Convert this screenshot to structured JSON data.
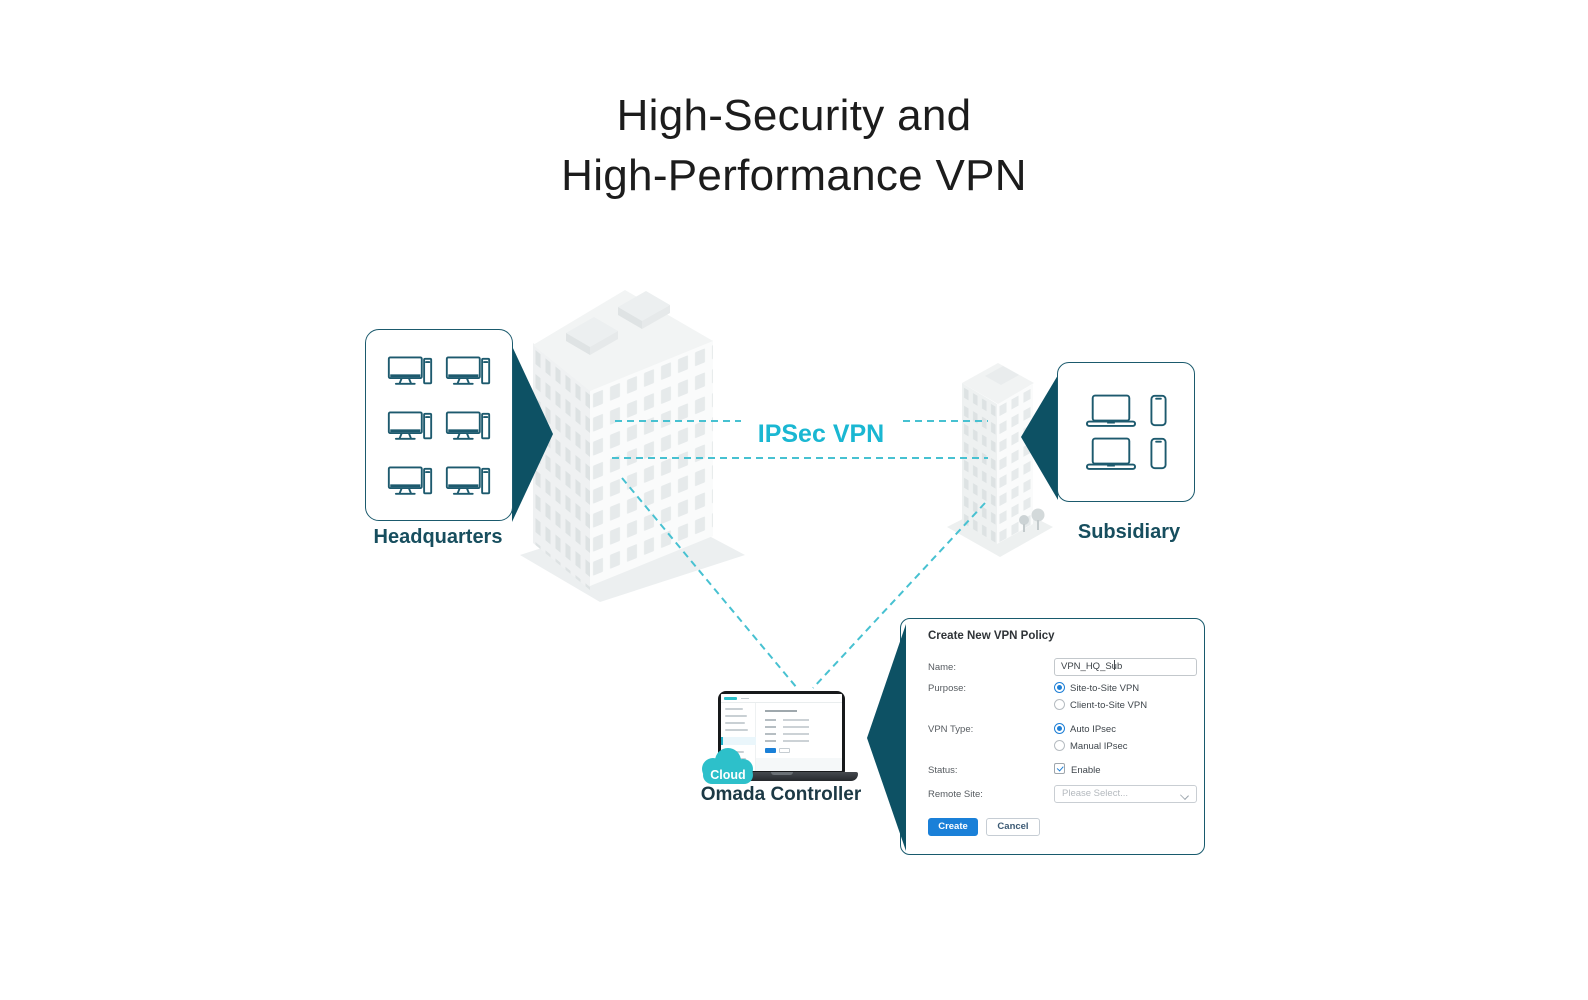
{
  "title": {
    "line1": "High-Security and",
    "line2": "High-Performance VPN"
  },
  "sites": {
    "headquarters": {
      "label": "Headquarters",
      "device_icon": "desktop-computer",
      "device_count": 6
    },
    "subsidiary": {
      "label": "Subsidiary",
      "device_icons": [
        "laptop",
        "smartphone",
        "laptop",
        "smartphone"
      ]
    }
  },
  "link": {
    "label": "IPSec VPN",
    "style": "dashed",
    "color": "#47c1d1"
  },
  "controller": {
    "badge": "Cloud",
    "label": "Omada Controller"
  },
  "form": {
    "title": "Create New VPN Policy",
    "name": {
      "label": "Name:",
      "value": "VPN_HQ_Sub"
    },
    "purpose": {
      "label": "Purpose:",
      "options": [
        "Site-to-Site VPN",
        "Client-to-Site VPN"
      ],
      "selected": "Site-to-Site VPN"
    },
    "vpn_type": {
      "label": "VPN Type:",
      "options": [
        "Auto IPsec",
        "Manual IPsec"
      ],
      "selected": "Auto IPsec"
    },
    "status": {
      "label": "Status:",
      "checkbox_label": "Enable",
      "checked": true
    },
    "remote_site": {
      "label": "Remote Site:",
      "placeholder": "Please Select..."
    },
    "buttons": {
      "create": "Create",
      "cancel": "Cancel"
    }
  },
  "colors": {
    "accent_cyan": "#1ab7d2",
    "dark_teal_wedge": "#0d5164",
    "panel_border": "#1b5a6d",
    "site_label": "#174e5e",
    "button_blue": "#1a80d8",
    "cloud_teal": "#2dc0ca"
  }
}
